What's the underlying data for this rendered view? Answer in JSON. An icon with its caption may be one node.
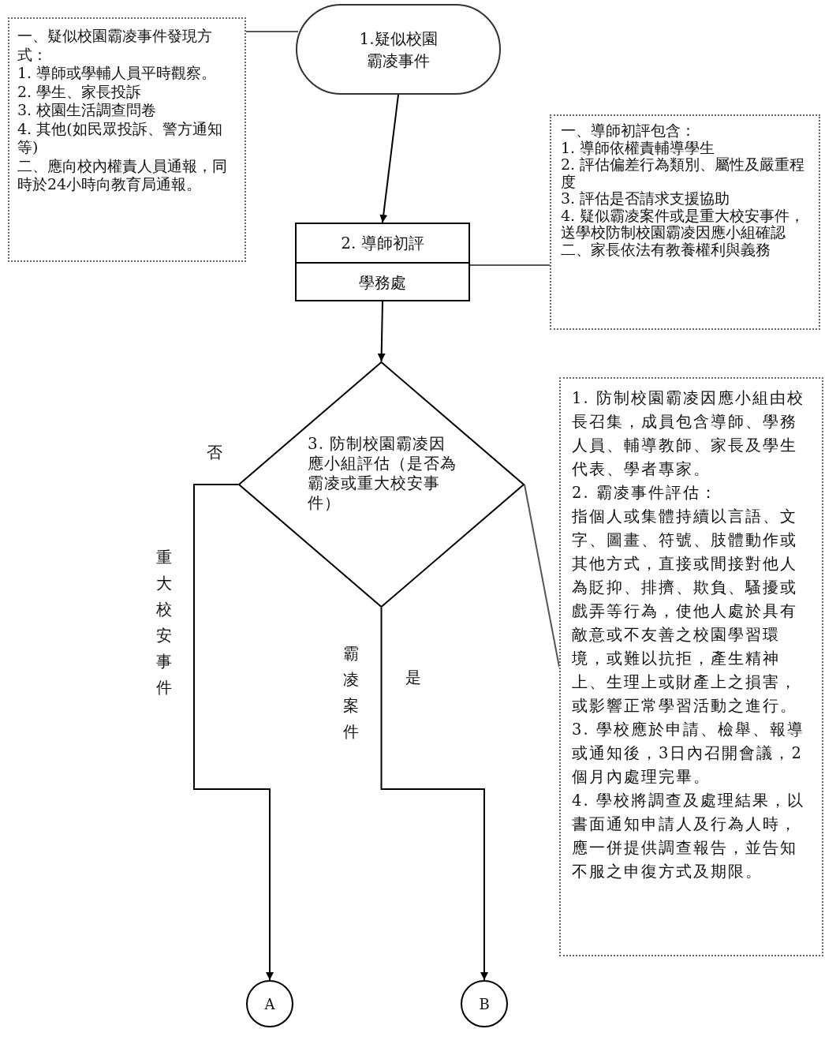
{
  "diagram": {
    "nodes": [
      {
        "text": [
          "一、疑似校園霸凌事件發現方式：",
          "1. 導師或學輔人員平時觀察。",
          "2. 學生、家長投訴",
          "3. 校園生活調查問卷",
          "4. 其他(如民眾投訴、警方通知等)",
          "二、應向校內權責人員通報，同時於24小時向教育局通報。"
        ]
      },
      {
        "text": [
          "1.疑似校園霸凌事件"
        ]
      },
      {
        "text": [
          "2. 導師初評",
          "學務處"
        ]
      },
      {
        "text": [
          "一、導師初評包含：",
          "1. 導師依權責輔導學生",
          "2. 評估偏差行為類別、屬性及嚴重程度",
          "3. 評估是否請求支援協助",
          "4. 疑似霸凌案件或是重大校安事件，送學校防制校園霸凌因應小組確認",
          "二、家長依法有教養權利與義務"
        ]
      },
      {
        "text": [
          "3. 防制校園霸凌因應小組評估（是否為霸凌或重大校安事件）"
        ]
      },
      {
        "text": [
          "1. 防制校園霸凌因應小組由校長召集，成員包含導師、學務人員、輔導教師、家長及學生代表、學者專家。",
          "2. 霸凌事件評估：",
          "指個人或集體持續以言語、文字、圖畫、符號、肢體動作或其他方式，直接或間接對他人為貶抑、排擠、欺負、騷擾或戲弄等行為，使他人處於具有敵意或不友善之校園學習環境，或難以抗拒，產生精神上、生理上或財產上之損害，或影響正常學習活動之進行。",
          "3. 學校應於申請、檢舉、報導或通知後，3日內召開會議，2個月內處理完畢。",
          "4. 學校將調查及處理結果，以書面通知申請人及行為人時，應一併提供調查報告，並告知不服之申復方式及期限。"
        ]
      },
      {
        "text": [
          "A"
        ]
      },
      {
        "text": [
          "B"
        ]
      }
    ],
    "edges": [
      {
        "from": 0,
        "to": 1,
        "arrow": "none"
      },
      {
        "from": 1,
        "to": 2,
        "arrow": "to"
      },
      {
        "from": 2,
        "to": 3,
        "arrow": "none"
      },
      {
        "from": 2,
        "to": 4,
        "arrow": "to"
      },
      {
        "from": 4,
        "to": 5,
        "arrow": "none"
      },
      {
        "from": 4,
        "to": 6,
        "arrow": "to",
        "label": "否"
      },
      {
        "from": 4,
        "to": 7,
        "arrow": "to",
        "label": "是"
      }
    ],
    "labels": [
      "重大校安事件",
      "霸凌案件"
    ]
  }
}
